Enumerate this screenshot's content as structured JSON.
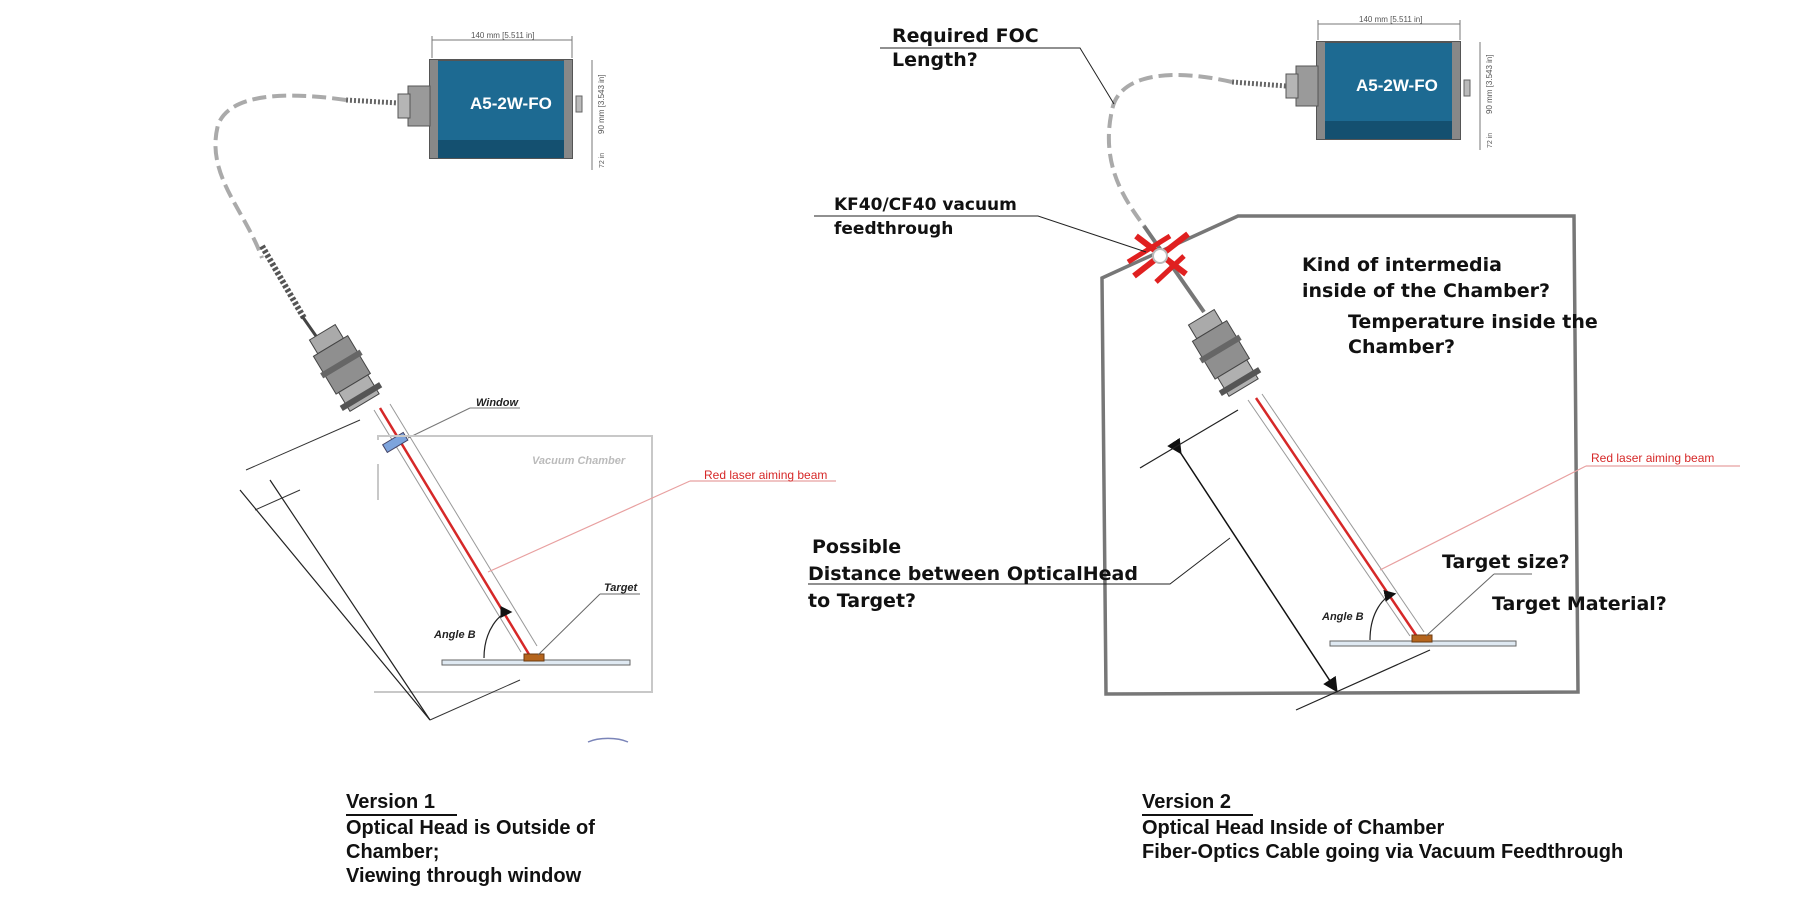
{
  "colors": {
    "sensor_body": "#1d6a92",
    "sensor_dark": "#145070",
    "laser": "#d62828",
    "feedthrough_mark": "#e02020",
    "chamber_line": "#777777",
    "cable": "#aaaaaa"
  },
  "icons": [
    "sensor-box",
    "optical-head",
    "vacuum-feedthrough-mark",
    "target-plate"
  ],
  "sensor_label": "A5-2W-FO",
  "dims": {
    "width": "140 mm [5.511 in]",
    "height": "90 mm [3.543 in]",
    "small": "72 in"
  },
  "version1": {
    "window_label": "Window",
    "chamber_label": "Vacuum Chamber",
    "beam_label": "Red laser aiming beam",
    "target_label": "Target",
    "angle_label": "Angle B",
    "caption_title": "Version 1",
    "caption_lines": [
      "Optical Head is Outside of",
      "Chamber;",
      "Viewing through window"
    ]
  },
  "version2": {
    "foc_label_1": "Required FOC",
    "foc_label_2": "Length?",
    "feedthrough_label_1": "KF40/CF40 vacuum",
    "feedthrough_label_2": "feedthrough",
    "intermedia_1": "Kind of intermedia",
    "intermedia_2": "inside of the Chamber?",
    "temperature_1": "Temperature inside the",
    "temperature_2": "Chamber?",
    "beam_label": "Red laser aiming beam",
    "distance_1": "Possible",
    "distance_2": "Distance between OpticalHead",
    "distance_3": "to Target?",
    "target_size": "Target size?",
    "target_material": "Target Material?",
    "angle_label": "Angle B",
    "caption_title": "Version 2",
    "caption_lines": [
      "Optical Head Inside of Chamber",
      "Fiber-Optics Cable going via Vacuum Feedthrough"
    ]
  }
}
